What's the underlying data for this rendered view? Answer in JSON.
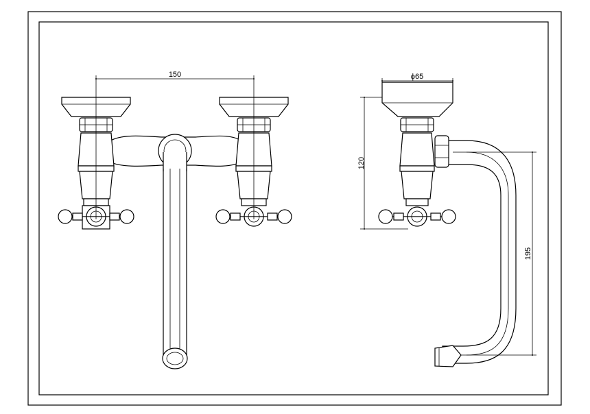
{
  "dimensions": {
    "spacing": "150",
    "diameter": "ϕ65",
    "height": "120",
    "spout": "195"
  }
}
